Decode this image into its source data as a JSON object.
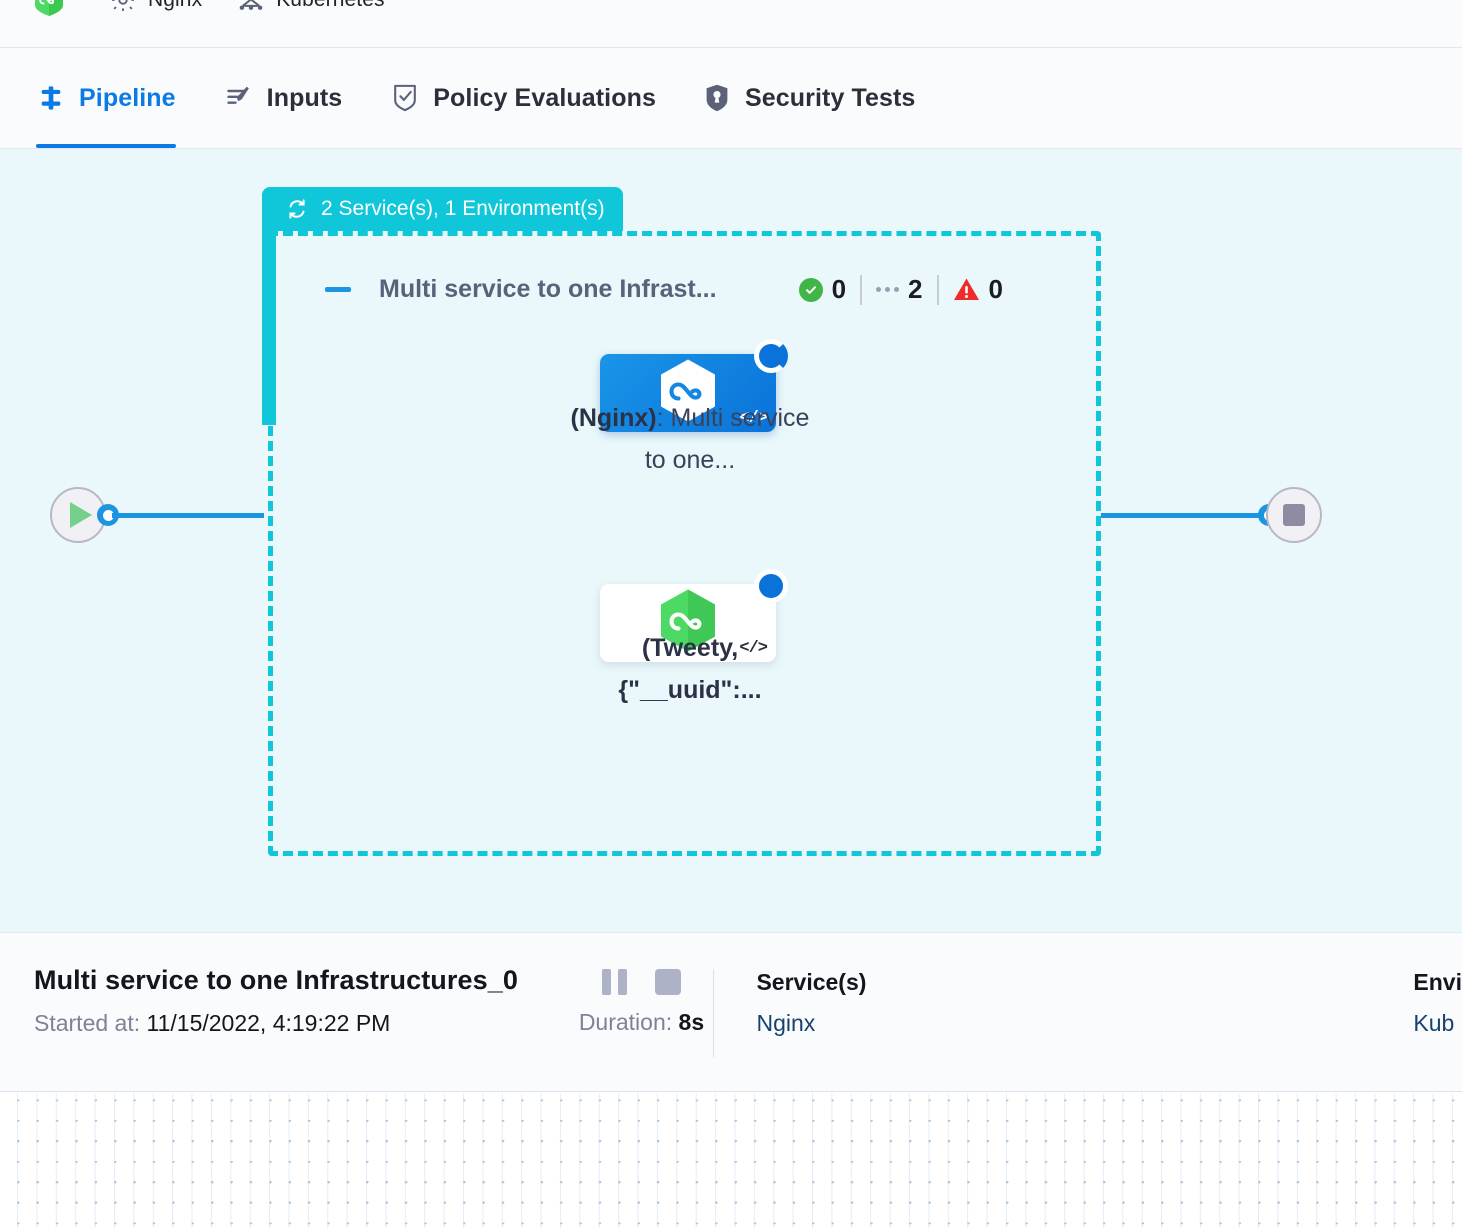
{
  "breadcrumb": {
    "items": [
      {
        "icon": "hexagon-infinity-logo-icon",
        "label": ""
      },
      {
        "icon": "gear-icon",
        "label": "Nginx"
      },
      {
        "icon": "kubernetes-icon",
        "label": "Kubernetes"
      }
    ]
  },
  "tabs": [
    {
      "id": "pipeline",
      "label": "Pipeline",
      "icon": "pipeline-icon",
      "active": true
    },
    {
      "id": "inputs",
      "label": "Inputs",
      "icon": "inputs-icon",
      "active": false
    },
    {
      "id": "policy-evaluations",
      "label": "Policy Evaluations",
      "icon": "policy-shield-check-icon",
      "active": false
    },
    {
      "id": "security-tests",
      "label": "Security Tests",
      "icon": "security-shield-icon",
      "active": false
    }
  ],
  "graph": {
    "start_node": {
      "icon": "play-icon",
      "name": "start-node"
    },
    "end_node": {
      "icon": "stop-icon",
      "name": "end-node"
    },
    "group": {
      "header_label": "2 Service(s), 1 Environment(s)",
      "header_icon": "loop-repeat-icon"
    },
    "stage": {
      "title": "Multi service to one Infrast...",
      "collapse_icon": "collapse-dash-icon",
      "counters": [
        {
          "icon": "success-check-icon",
          "value": "0",
          "color": "#42b549"
        },
        {
          "icon": "running-dots-icon",
          "value": "2",
          "color": "#98a0b3"
        },
        {
          "icon": "warning-triangle-icon",
          "value": "0",
          "color": "#ef2b2b"
        }
      ]
    },
    "nodes": [
      {
        "name": "service-node-nginx",
        "style": "blue",
        "icon": "hexagon-infinity-icon",
        "code_icon": "code-brackets-icon",
        "status_icon": "running-spinner-icon",
        "label_bold": "(Nginx)",
        "label_rest": ": Multi service to one..."
      },
      {
        "name": "service-node-tweety",
        "style": "white",
        "icon": "hexagon-infinity-icon",
        "code_icon": "code-brackets-icon",
        "status_icon": "running-spinner-icon",
        "label_line1": "(Tweety,",
        "label_line2": "{\"__uuid\":..."
      }
    ]
  },
  "detail": {
    "title": "Multi service to one Infrastructures_0",
    "started_label": "Started at:",
    "started_value": "11/15/2022, 4:19:22 PM",
    "pause_icon": "pause-icon",
    "stop_icon": "stop-square-icon",
    "duration_label": "Duration:",
    "duration_value": "8s",
    "services": {
      "heading": "Service(s)",
      "value": "Nginx"
    },
    "environments": {
      "heading": "Envi",
      "value": "Kub"
    }
  },
  "colors": {
    "accent_blue": "#0a7ae5",
    "connector_blue": "#1b95e0",
    "group_teal": "#0fc7d9",
    "canvas_bg": "#eaf8fb",
    "success_green": "#42b549",
    "error_red": "#ef2b2b"
  }
}
